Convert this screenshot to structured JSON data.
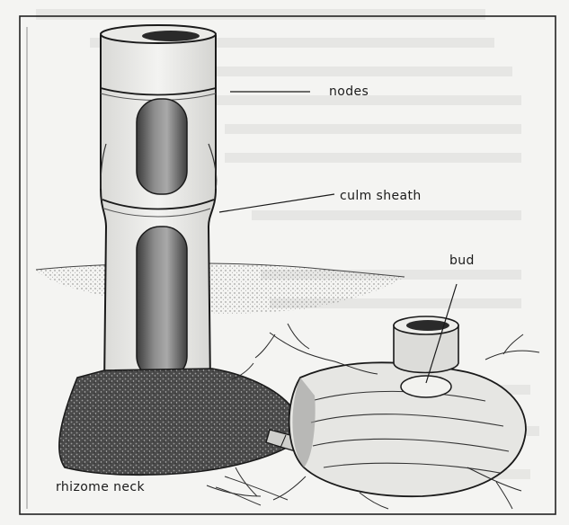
{
  "diagram": {
    "labels": {
      "nodes": "nodes",
      "culm_sheath": "culm sheath",
      "bud": "bud",
      "rhizome_neck": "rhizome neck"
    }
  },
  "colors": {
    "paper": "#f4f4f2",
    "ink": "#1a1a1a",
    "shade": "#555555",
    "soil": "#3a3a3a",
    "show_through": "#c4c4c1"
  }
}
